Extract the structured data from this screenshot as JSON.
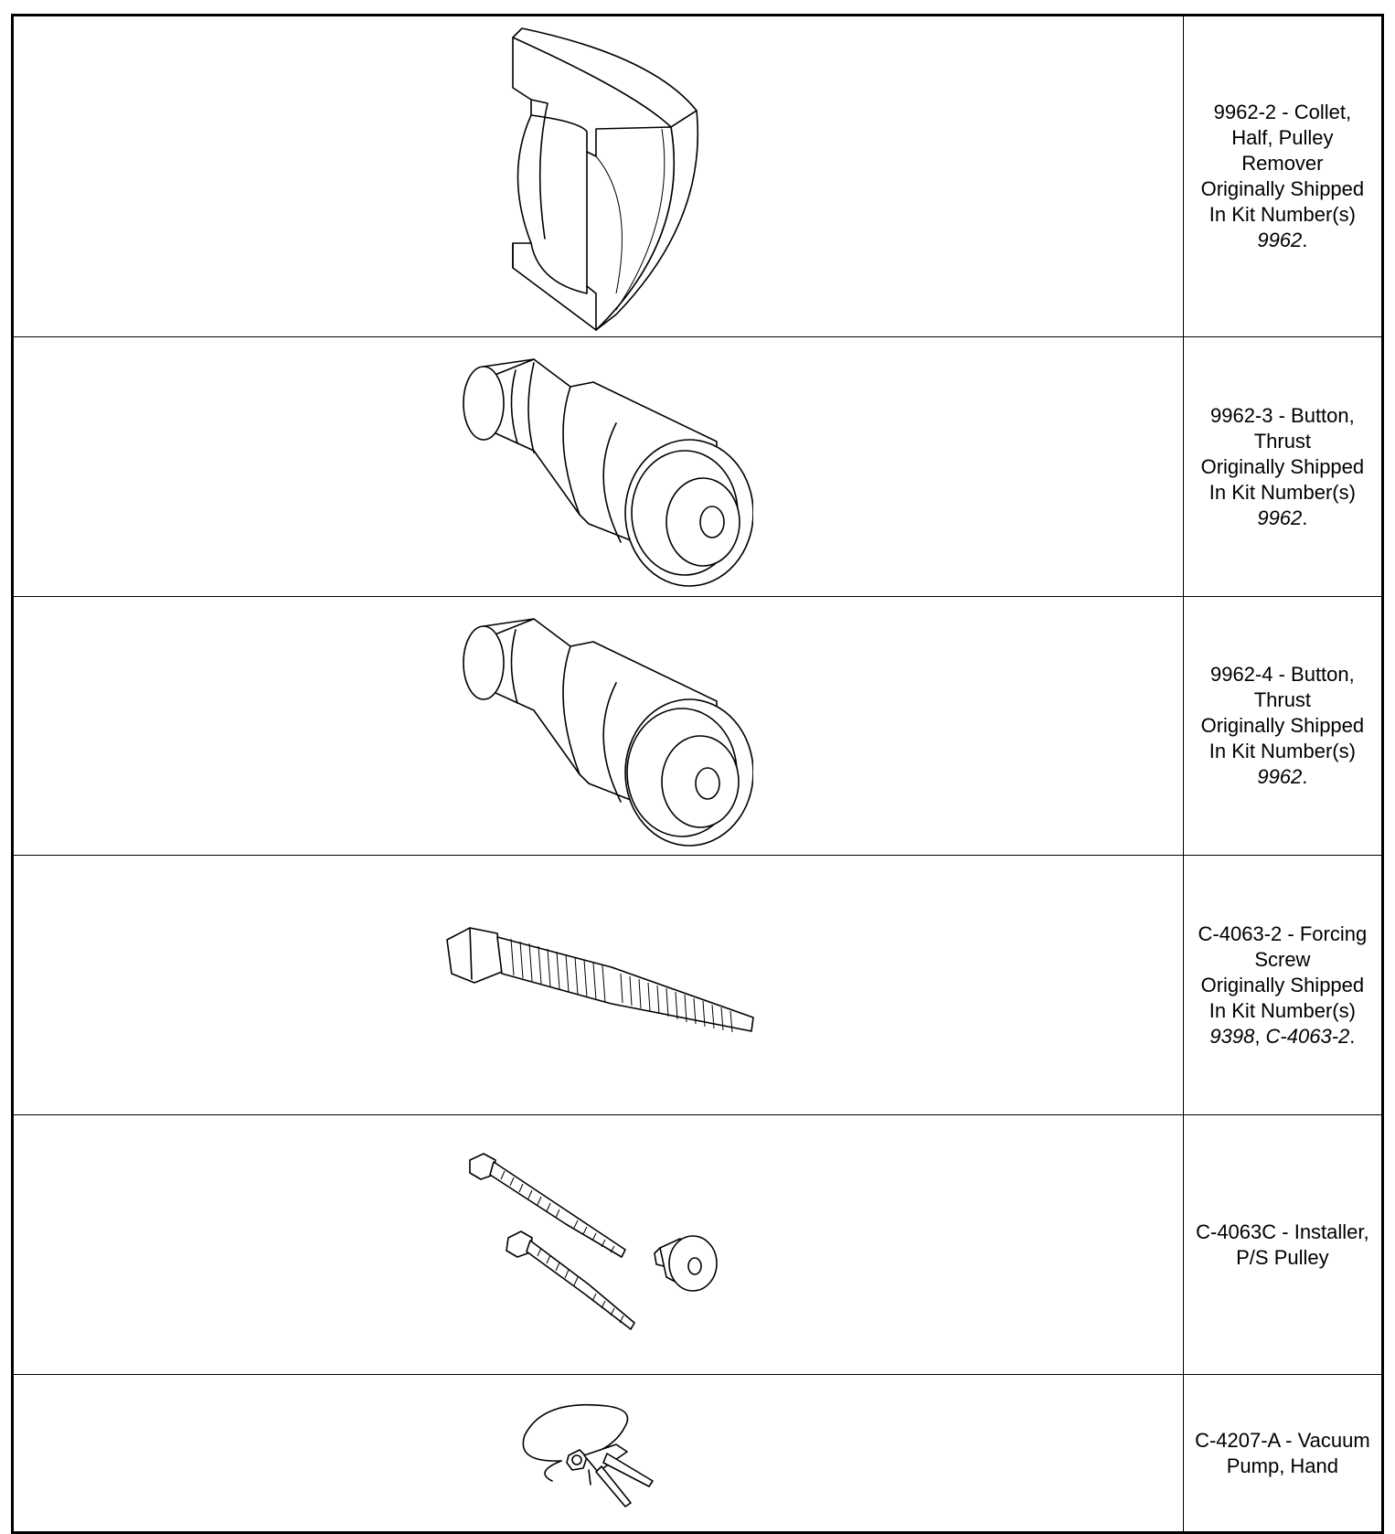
{
  "tools": [
    {
      "desc": [
        "9962-2 - Collet,",
        "Half, Pulley",
        "Remover",
        "Originally Shipped",
        "In Kit Number(s)"
      ],
      "kits": [
        {
          "text": "9962",
          "italic": true
        },
        {
          "text": ".",
          "italic": false
        }
      ]
    },
    {
      "desc": [
        "9962-3 - Button,",
        "Thrust",
        "Originally Shipped",
        "In Kit Number(s)"
      ],
      "kits": [
        {
          "text": "9962",
          "italic": true
        },
        {
          "text": ".",
          "italic": false
        }
      ]
    },
    {
      "desc": [
        "9962-4 - Button,",
        "Thrust",
        "Originally Shipped",
        "In Kit Number(s)"
      ],
      "kits": [
        {
          "text": "9962",
          "italic": true
        },
        {
          "text": ".",
          "italic": false
        }
      ]
    },
    {
      "desc": [
        "C-4063-2 - Forcing",
        "Screw",
        "Originally Shipped",
        "In Kit Number(s)"
      ],
      "kits": [
        {
          "text": "9398",
          "italic": true
        },
        {
          "text": ", ",
          "italic": false
        },
        {
          "text": "C-4063-2",
          "italic": true
        },
        {
          "text": ".",
          "italic": false
        }
      ]
    },
    {
      "desc": [
        "C-4063C - Installer,",
        "P/S Pulley"
      ],
      "kits": []
    },
    {
      "desc": [
        "C-4207-A - Vacuum",
        "Pump, Hand"
      ],
      "kits": []
    }
  ]
}
